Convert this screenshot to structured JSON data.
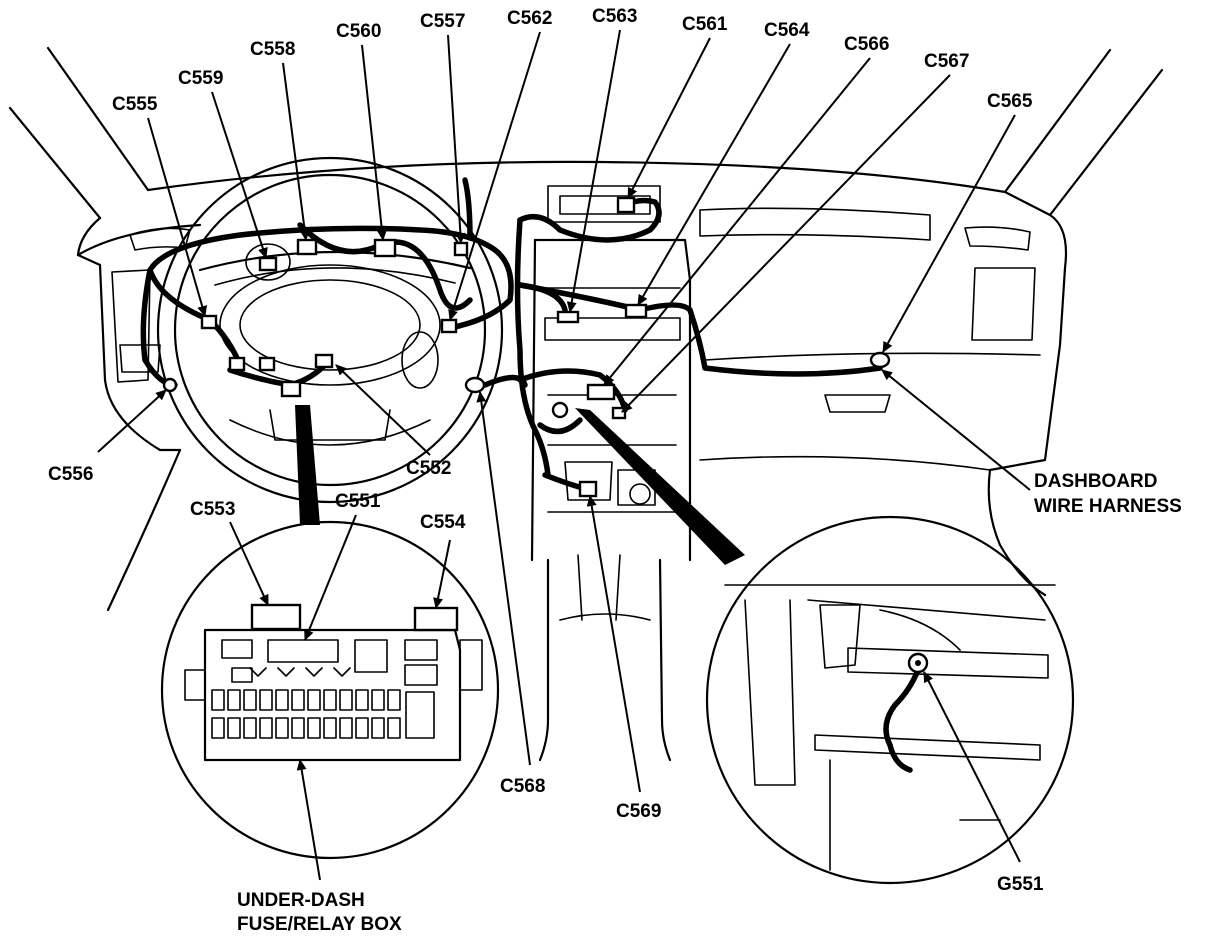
{
  "labels": {
    "C555": "C555",
    "C559": "C559",
    "C558": "C558",
    "C560": "C560",
    "C557": "C557",
    "C562": "C562",
    "C563": "C563",
    "C561": "C561",
    "C564": "C564",
    "C566": "C566",
    "C567": "C567",
    "C565": "C565",
    "C556": "C556",
    "C552": "C552",
    "C553": "C553",
    "C551": "C551",
    "C554": "C554",
    "C568": "C568",
    "C569": "C569",
    "G551": "G551",
    "harness_line1": "DASHBOARD",
    "harness_line2": "WIRE HARNESS",
    "fusebox_line1": "UNDER-DASH",
    "fusebox_line2": "FUSE/RELAY BOX"
  },
  "colors": {
    "ink": "#000000",
    "paper": "#ffffff"
  }
}
